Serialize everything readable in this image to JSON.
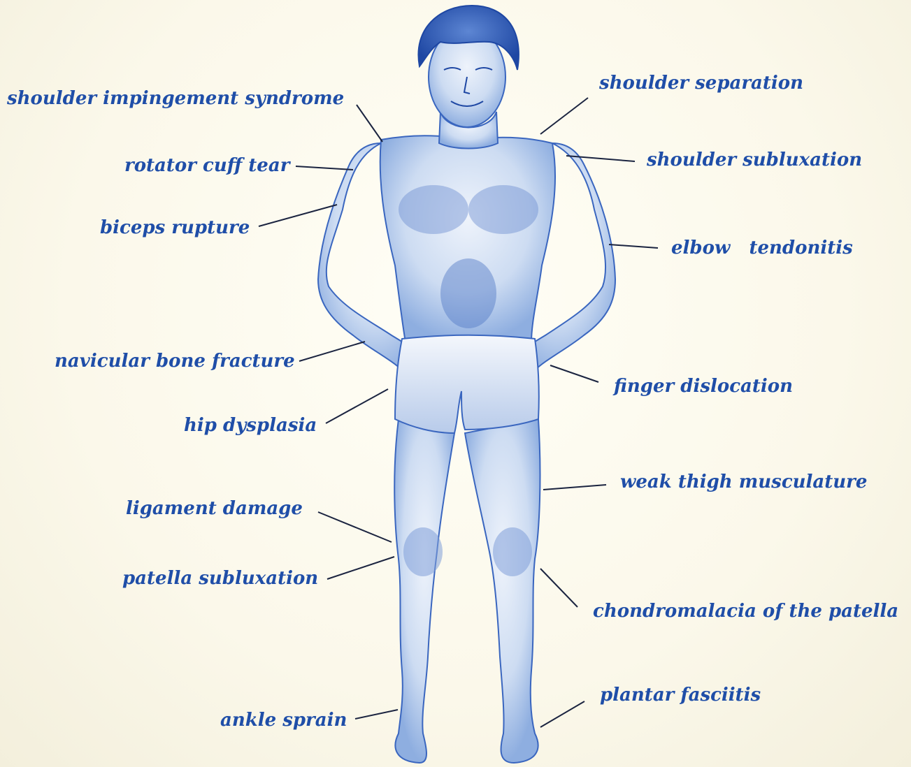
{
  "colors": {
    "ink": "#1f4ea8",
    "line": "#1b2440",
    "paper": "#fdfbf0",
    "figure_fill": "#c9d8f0",
    "figure_shade": "#6d8fd0",
    "figure_outline": "#2e5cb8"
  },
  "labels": {
    "shoulder_impingement": "shoulder impingement syndrome",
    "rotator_cuff": "rotator cuff tear",
    "biceps": "biceps rupture",
    "navicular": "navicular bone fracture",
    "hip": "hip dysplasia",
    "ligament": "ligament damage",
    "patella_sub": "patella subluxation",
    "ankle": "ankle sprain",
    "shoulder_separation": "shoulder separation",
    "shoulder_subluxation": "shoulder subluxation",
    "elbow": "elbow   tendonitis",
    "finger": "finger dislocation",
    "thigh": "weak thigh musculature",
    "chondromalacia": "chondromalacia of the patella",
    "plantar": "plantar fasciitis"
  },
  "figure": {
    "icon": "human-figure-illustration"
  }
}
